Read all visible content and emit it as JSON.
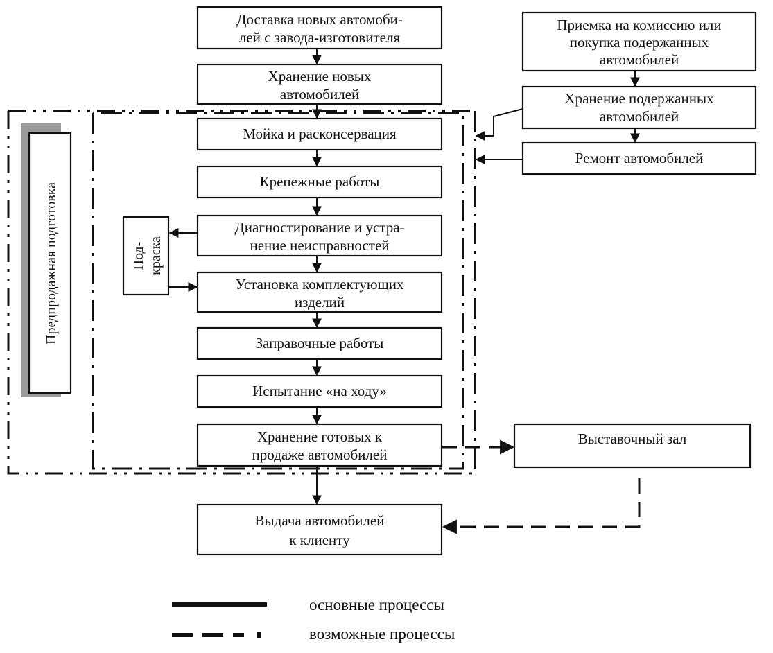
{
  "nodes": {
    "delivery": [
      "Доставка новых автомоби-",
      "лей с завода-изготовителя"
    ],
    "storage_new": [
      "Хранение новых",
      "автомобилей"
    ],
    "washing": [
      "Мойка и расконсервация"
    ],
    "fastening": [
      "Крепежные работы"
    ],
    "diagnostics": [
      "Диагностирование и устра-",
      "нение неисправностей"
    ],
    "components": [
      "Установка  комплектующих",
      "изделий"
    ],
    "refueling": [
      "Заправочные работы"
    ],
    "road_test": [
      "Испытание «на ходу»"
    ],
    "storage_ready": [
      "Хранение готовых к",
      "продаже автомобилей"
    ],
    "handover": [
      "Выдача автомобилей",
      "к клиенту"
    ],
    "used_intake": [
      "Приемка на комиссию или",
      "покупка подержанных",
      "автомобилей"
    ],
    "used_storage": [
      "Хранение подержанных",
      "автомобилей"
    ],
    "repair": [
      "Ремонт автомобилей"
    ],
    "showroom": [
      "Выставочный зал"
    ],
    "painting": [
      "Под-",
      "краска"
    ],
    "presale": "Предпродажная подготовка"
  },
  "legend": {
    "main": "основные процессы",
    "possible": "возможные процессы"
  }
}
